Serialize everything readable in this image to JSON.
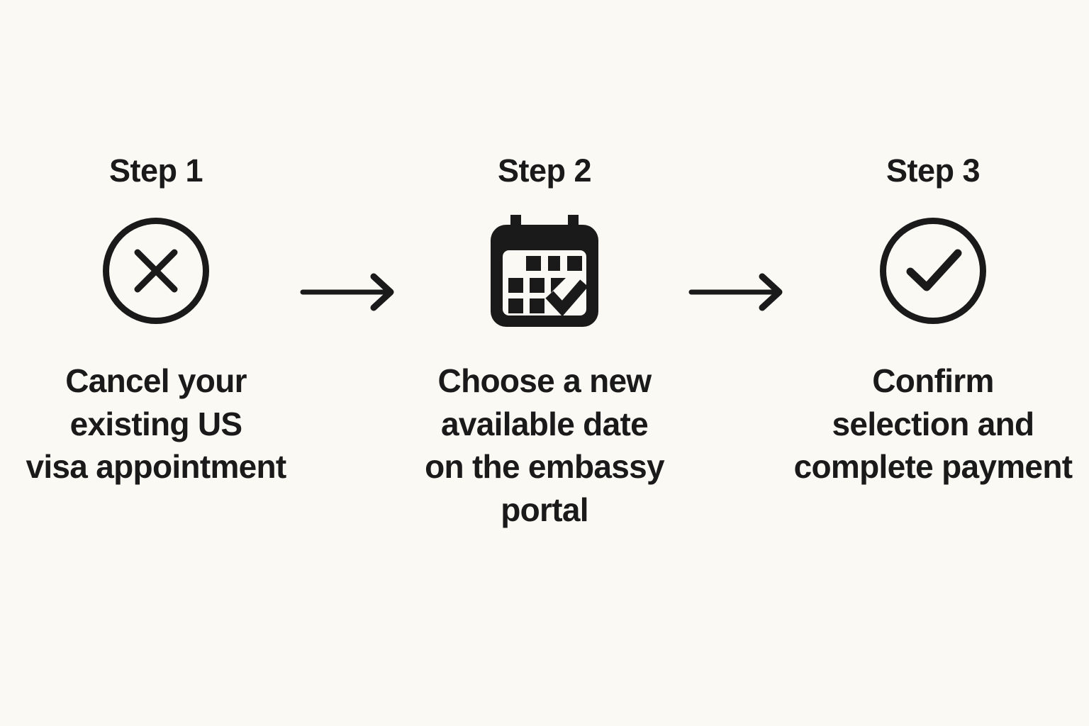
{
  "page": {
    "title": "US visa appointment reschedule steps",
    "background_color": "#FBF9F4",
    "ink_color": "#1A1A1A"
  },
  "steps": [
    {
      "label": "Step 1",
      "icon": "circle-x-icon",
      "caption": "Cancel your\nexisting US\nvisa appointment"
    },
    {
      "label": "Step 2",
      "icon": "calendar-check-icon",
      "caption": "Choose a new\navailable date\non the embassy\nportal"
    },
    {
      "label": "Step 3",
      "icon": "circle-check-icon",
      "caption": "Confirm\nselection and\ncomplete payment"
    }
  ],
  "connectors": [
    {
      "icon": "arrow-right-icon"
    },
    {
      "icon": "arrow-right-icon"
    }
  ]
}
